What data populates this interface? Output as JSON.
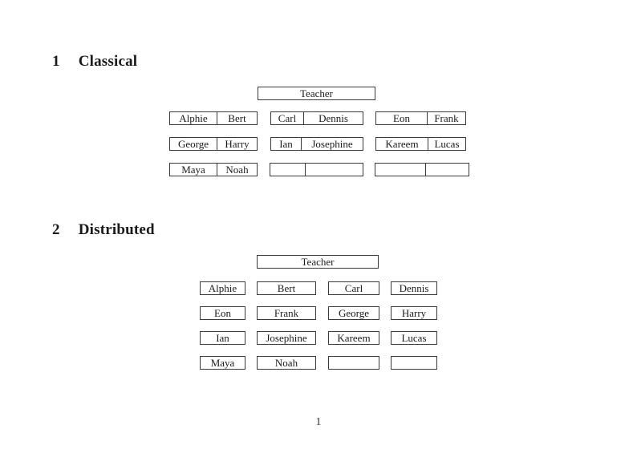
{
  "document": {
    "page_number": "1"
  },
  "colors": {
    "background": "#ffffff",
    "text": "#1a1a1a",
    "box_border": "#3a3a3a"
  },
  "classical": {
    "heading_number": "1",
    "heading_title": "Classical",
    "teacher_label": "Teacher",
    "groups": [
      {
        "rows": [
          [
            "Alphie",
            "Bert"
          ],
          [
            "George",
            "Harry"
          ],
          [
            "Maya",
            "Noah"
          ]
        ]
      },
      {
        "rows": [
          [
            "Carl",
            "Dennis"
          ],
          [
            "Ian",
            "Josephine"
          ],
          [
            "",
            ""
          ]
        ]
      },
      {
        "rows": [
          [
            "Eon",
            "Frank"
          ],
          [
            "Kareem",
            "Lucas"
          ],
          [
            "",
            ""
          ]
        ]
      }
    ]
  },
  "distributed": {
    "heading_number": "2",
    "heading_title": "Distributed",
    "teacher_label": "Teacher",
    "rows": [
      [
        "Alphie",
        "Bert",
        "Carl",
        "Dennis"
      ],
      [
        "Eon",
        "Frank",
        "George",
        "Harry"
      ],
      [
        "Ian",
        "Josephine",
        "Kareem",
        "Lucas"
      ],
      [
        "Maya",
        "Noah",
        "",
        ""
      ]
    ]
  }
}
